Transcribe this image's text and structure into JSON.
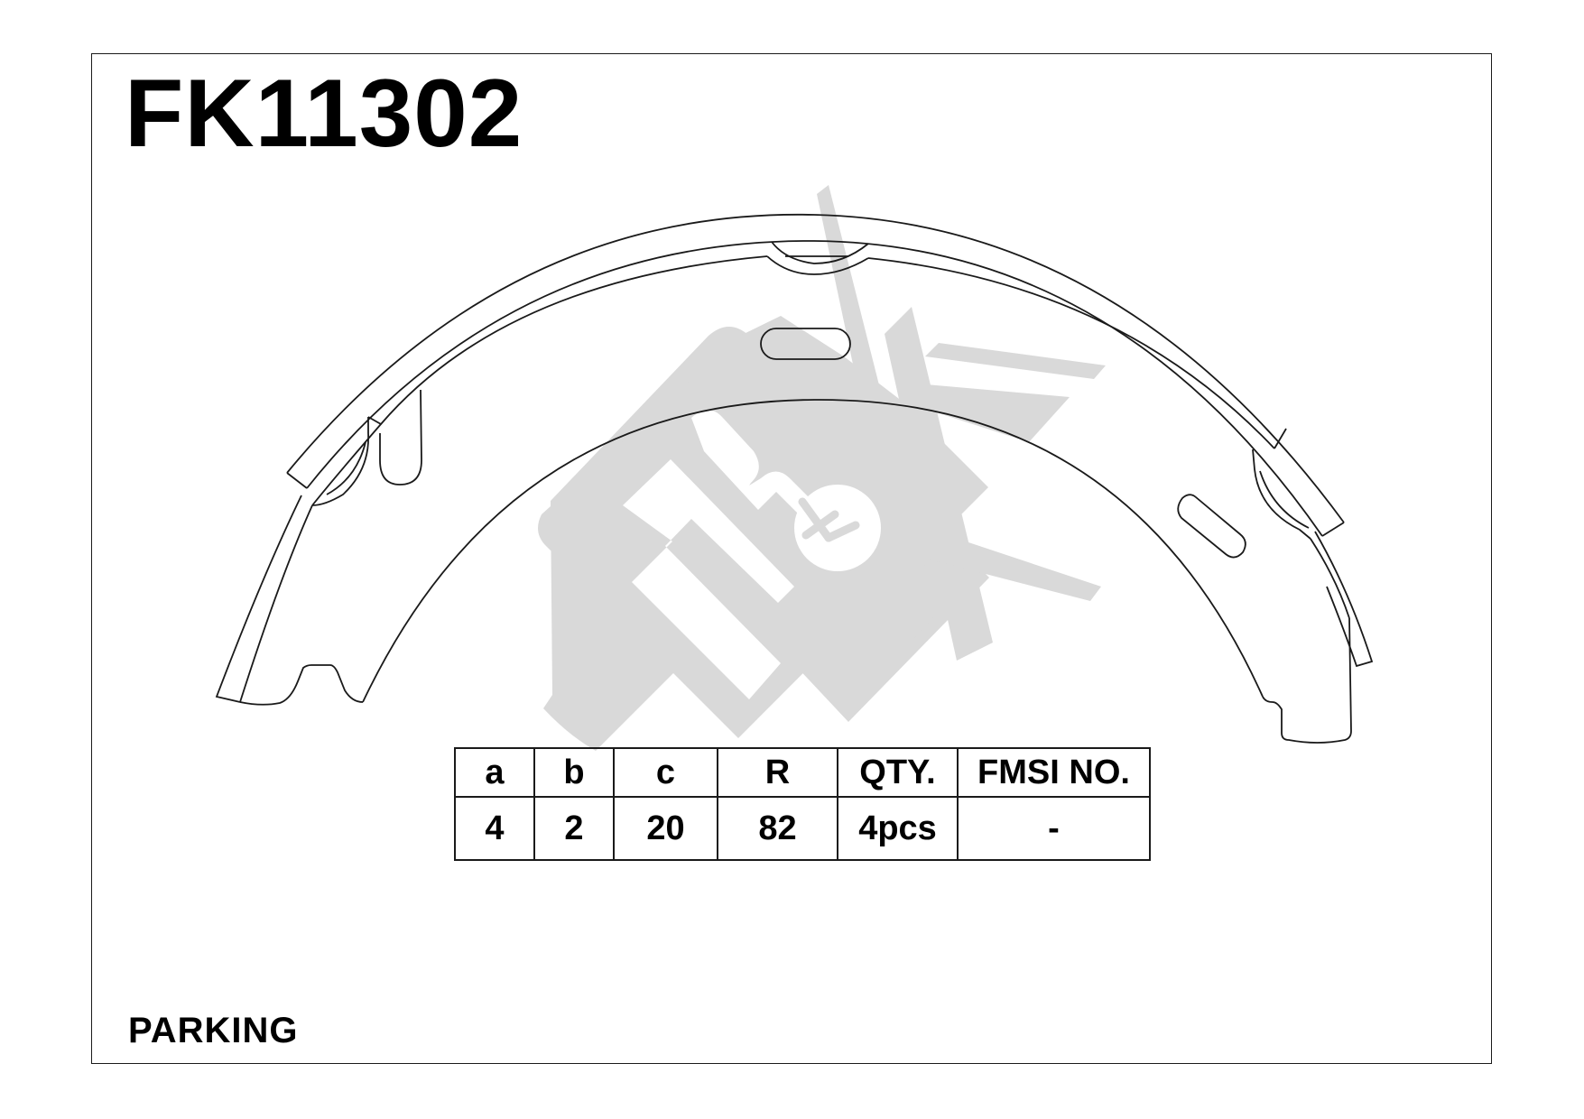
{
  "header": {
    "part_number": "FK11302"
  },
  "drawing": {
    "subject": "parking brake shoe",
    "watermark": {
      "text": "FBK",
      "color": "#d9d9d9"
    },
    "line_color": "#1a1a1a"
  },
  "spec_table": {
    "columns": [
      "a",
      "b",
      "c",
      "R",
      "QTY.",
      "FMSI NO."
    ],
    "values": [
      "4",
      "2",
      "20",
      "82",
      "4pcs",
      "-"
    ]
  },
  "footer": {
    "category": "PARKING"
  }
}
